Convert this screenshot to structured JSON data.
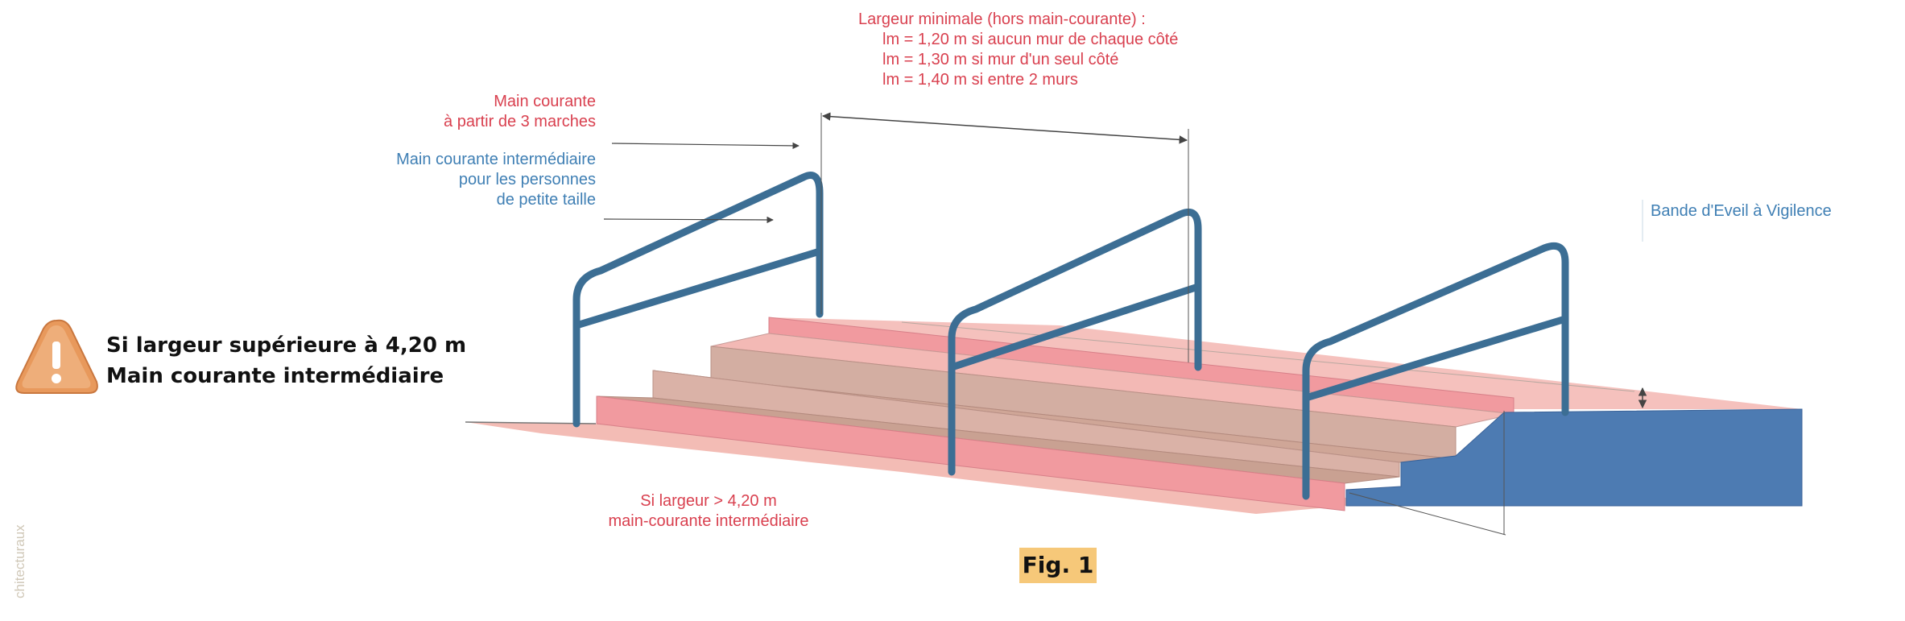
{
  "labels": {
    "width_title": "Largeur minimale (hors main-courante) :",
    "width_rules": [
      "lm = 1,20 m si aucun mur de chaque côté",
      "lm = 1,30 m si mur d'un seul côté",
      "lm = 1,40 m si entre 2 murs"
    ],
    "main_courante": [
      "Main courante",
      "à partir de 3 marches"
    ],
    "main_intermediaire": [
      "Main courante intermédiaire",
      "pour les personnes",
      "de petite taille"
    ],
    "bande_eveil": "Bande d'Eveil à Vigilence",
    "si_largeur": [
      "Si largeur > 4,20 m",
      "main-courante intermédiaire"
    ]
  },
  "warning": {
    "icon": "warning-triangle-icon",
    "lines": [
      "Si largeur supérieure à 4,20 m",
      "Main courante intermédiaire"
    ]
  },
  "caption": "Fig. 1",
  "side_credit": "chitecturaux",
  "colors": {
    "red_text": "#d9404f",
    "blue_text": "#3f7fb4",
    "riser_pink": "#f19a9f",
    "tread_tan": "#d3aea2",
    "top_landing": "#f5c1bd",
    "bottom_landing": "#f3bcb5",
    "platform_blue": "#4d7bb2",
    "rail_blue": "#3c6e94",
    "warning_orange": "#e8995c",
    "caption_bg": "#f6c879"
  }
}
